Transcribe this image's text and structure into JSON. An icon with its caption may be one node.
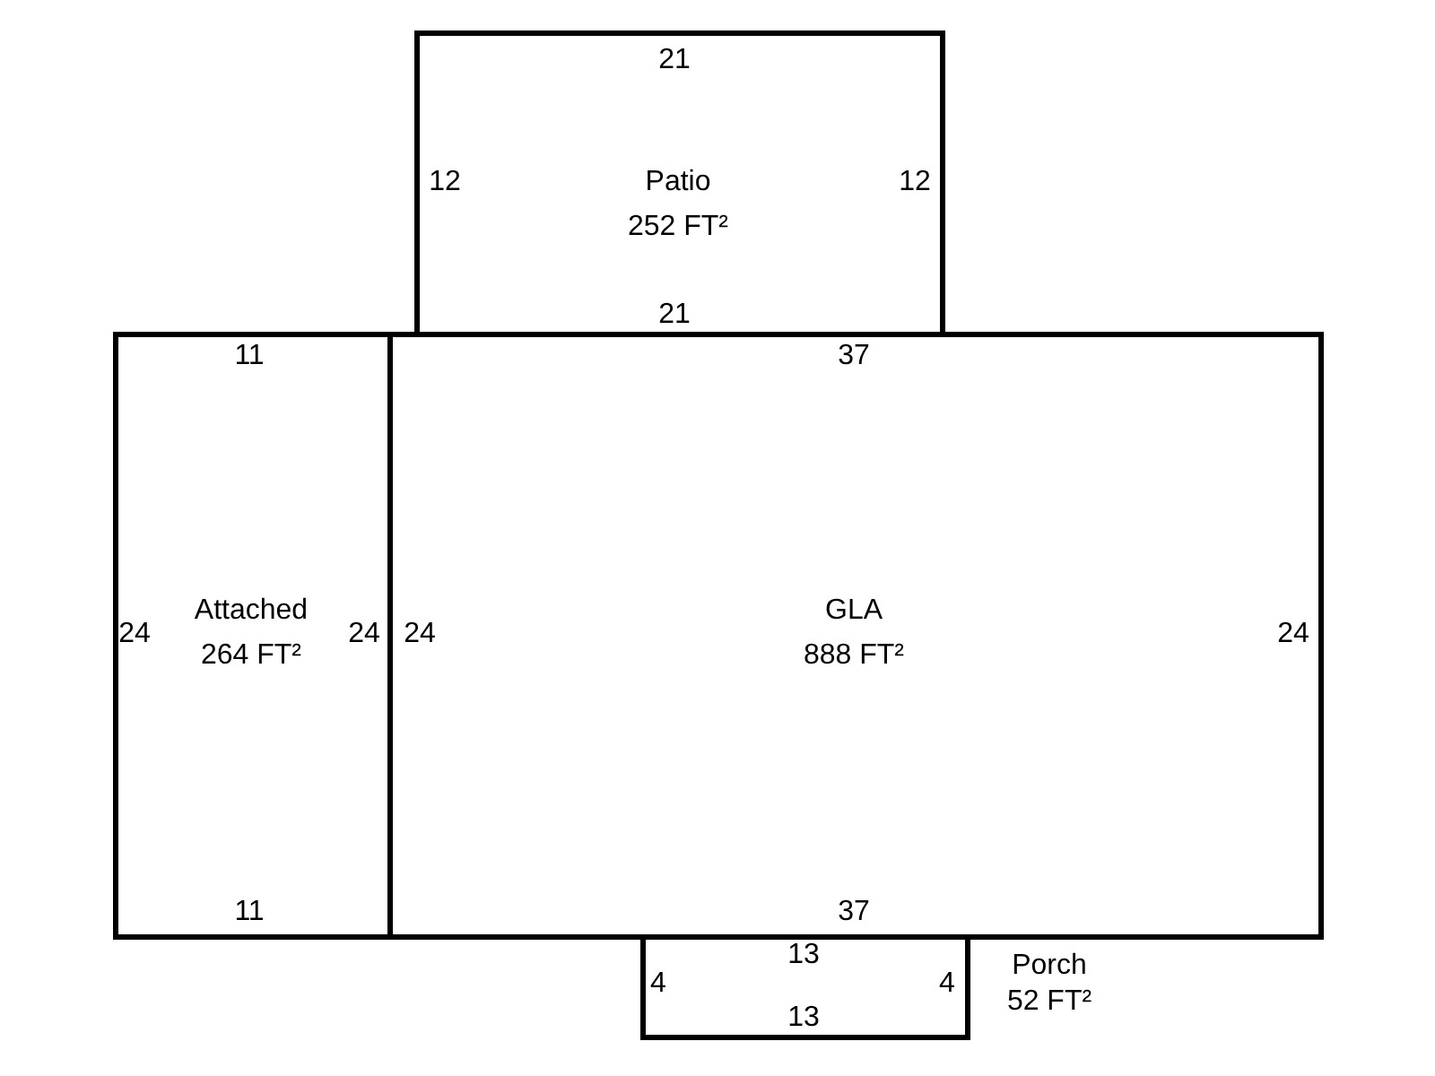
{
  "diagram": {
    "nodes": [
      {
        "text": [
          "Patio",
          "252 FT²"
        ]
      },
      {
        "text": [
          "Attached",
          "264 FT²"
        ]
      },
      {
        "text": [
          "GLA",
          "888 FT²"
        ]
      },
      {
        "text": [
          "Porch",
          "52 FT²"
        ]
      }
    ],
    "labels": [
      "21",
      "12",
      "12",
      "21",
      "11",
      "37",
      "24",
      "24",
      "24",
      "24",
      "11",
      "37",
      "13",
      "4",
      "4",
      "13"
    ]
  }
}
